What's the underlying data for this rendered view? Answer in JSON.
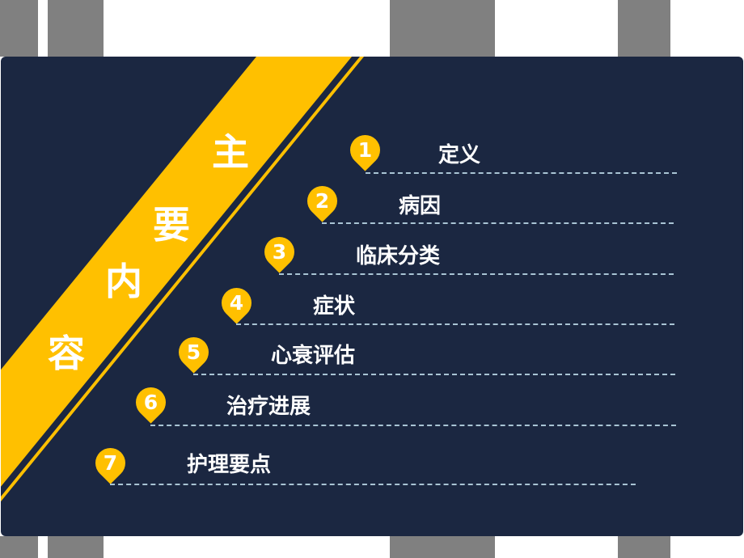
{
  "colors": {
    "background": "#ffffff",
    "panel": "#1b2741",
    "accent": "#ffc000",
    "decor_bars": "#808080",
    "dash_line": "#a9c4d4",
    "text": "#ffffff"
  },
  "title": {
    "chars": [
      "主",
      "要",
      "内",
      "容"
    ],
    "full": "主要内容"
  },
  "items": [
    {
      "number": "1",
      "label": "定义"
    },
    {
      "number": "2",
      "label": "病因"
    },
    {
      "number": "3",
      "label": "临床分类"
    },
    {
      "number": "4",
      "label": "症状"
    },
    {
      "number": "5",
      "label": "心衰评估"
    },
    {
      "number": "6",
      "label": "治疗进展"
    },
    {
      "number": "7",
      "label": "护理要点"
    }
  ]
}
